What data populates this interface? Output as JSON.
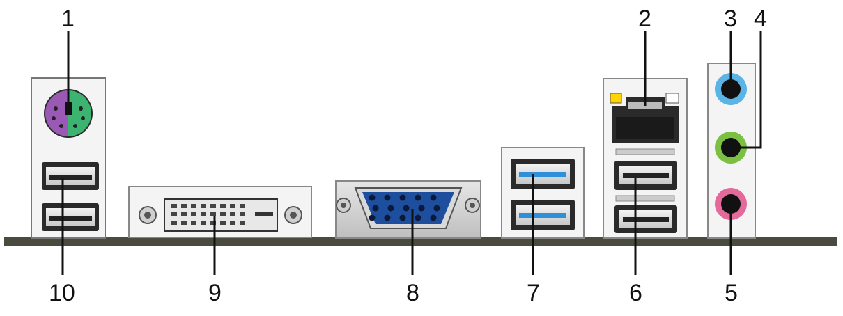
{
  "callouts": {
    "c1": "1",
    "c2": "2",
    "c3": "3",
    "c4": "4",
    "c5": "5",
    "c6": "6",
    "c7": "7",
    "c8": "8",
    "c9": "9",
    "c10": "10"
  },
  "colors": {
    "board": "#4a4a3f",
    "ps2_keyboard": "#9b59b6",
    "ps2_mouse": "#3cb371",
    "usb3_blue": "#2f8fd9",
    "audio_line_in": "#5ab4e6",
    "audio_line_out": "#7cc043",
    "audio_mic": "#e46a9c",
    "vga_blue": "#1e4f9e",
    "lan_led_activity": "#ffd400"
  }
}
